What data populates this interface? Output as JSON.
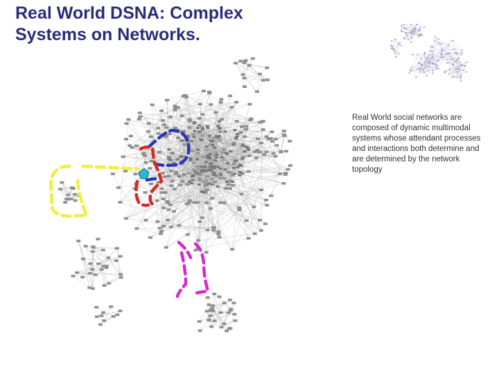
{
  "slide": {
    "title": "Real World DSNA: Complex Systems on Networks.",
    "body_text": "Real World social networks are composed of dynamic multimodal systems whose attendant processes and interactions both determine and are determined by the network topology"
  },
  "colors": {
    "title": "#2b2b7a",
    "body": "#333333",
    "network_edges": "#b9b9b9",
    "small_network_edges": "#c3c3dc",
    "highlight_yellow": "#f2ee3a",
    "highlight_blue": "#2b35b5",
    "highlight_red": "#d42a22",
    "highlight_magenta": "#d42ad0",
    "focus_node": "#27b6d8"
  },
  "diagram": {
    "main_network": "large social network graph with labeled nodes",
    "inset_network": "small overview network graph",
    "highlights": [
      "yellow dashed group",
      "blue dashed group",
      "red dashed group",
      "magenta dashed group"
    ]
  }
}
